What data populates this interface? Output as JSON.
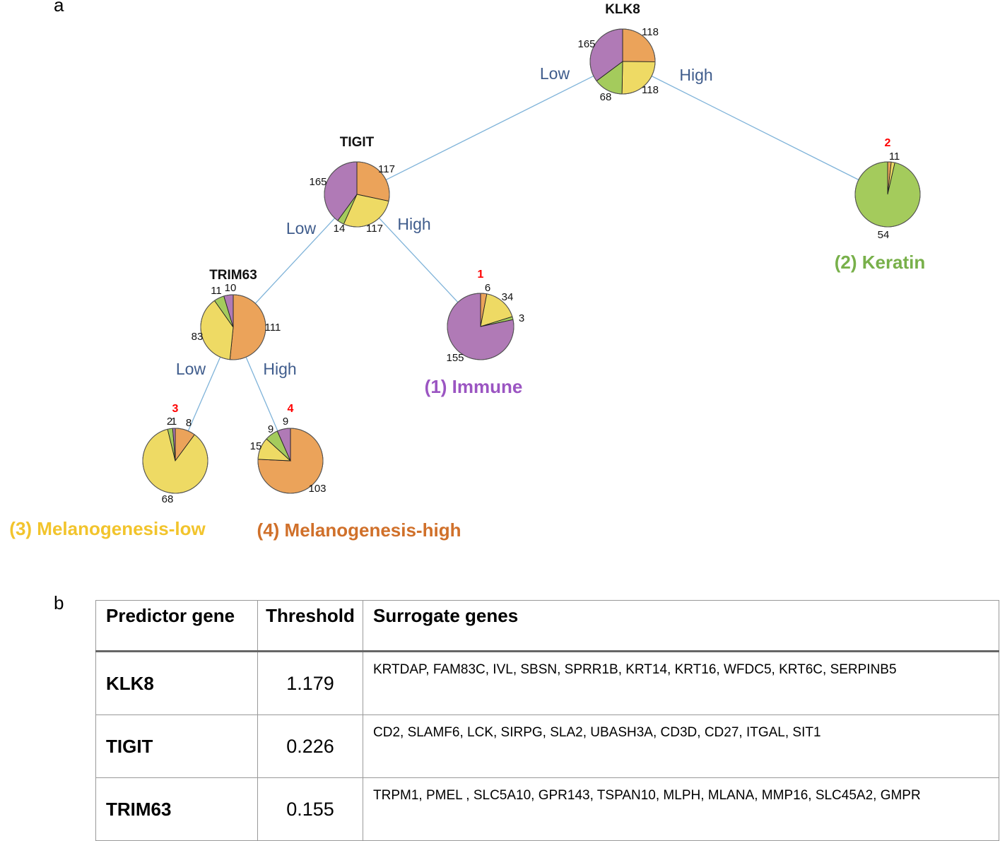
{
  "panel_a_label": "a",
  "panel_b_label": "b",
  "colors": {
    "orange": "#EBA35A",
    "yellow": "#EEDA64",
    "green": "#A4CB5C",
    "purple": "#B07AB6",
    "edge": "#7FB3D9",
    "branch_label": "#3F5C8C",
    "leaf_number": "#FF0000"
  },
  "tree": {
    "nodes": [
      {
        "id": "klk8",
        "title": "KLK8",
        "slices": [
          {
            "color": "orange",
            "value": 118,
            "label": "118"
          },
          {
            "color": "yellow",
            "value": 118,
            "label": "118"
          },
          {
            "color": "green",
            "value": 68,
            "label": "68"
          },
          {
            "color": "purple",
            "value": 165,
            "label": "165"
          }
        ]
      },
      {
        "id": "tigit",
        "title": "TIGIT",
        "slices": [
          {
            "color": "orange",
            "value": 117,
            "label": "117"
          },
          {
            "color": "yellow",
            "value": 117,
            "label": "117"
          },
          {
            "color": "green",
            "value": 14,
            "label": "14"
          },
          {
            "color": "purple",
            "value": 165,
            "label": "165"
          }
        ]
      },
      {
        "id": "trim63",
        "title": "TRIM63",
        "slices": [
          {
            "color": "orange",
            "value": 111,
            "label": "111"
          },
          {
            "color": "yellow",
            "value": 83,
            "label": "83"
          },
          {
            "color": "green",
            "value": 11,
            "label": "11"
          },
          {
            "color": "purple",
            "value": 10,
            "label": "10"
          }
        ]
      },
      {
        "id": "leaf1",
        "number": "1",
        "name": "(1)  Immune",
        "name_color": "#9B55C2",
        "slices": [
          {
            "color": "orange",
            "value": 6,
            "label": "6"
          },
          {
            "color": "yellow",
            "value": 34,
            "label": "34"
          },
          {
            "color": "green",
            "value": 3,
            "label": "3"
          },
          {
            "color": "purple",
            "value": 155,
            "label": "155"
          }
        ]
      },
      {
        "id": "leaf2",
        "number": "2",
        "name": "(2) Keratin",
        "name_color": "#78B04A",
        "slices": [
          {
            "color": "orange",
            "value": 1,
            "label": "1"
          },
          {
            "color": "yellow",
            "value": 1,
            "label": "1"
          },
          {
            "color": "green",
            "value": 54,
            "label": "54"
          },
          {
            "color": "purple",
            "value": 0,
            "label": ""
          }
        ]
      },
      {
        "id": "leaf3",
        "number": "3",
        "name": "(3) Melanogenesis-low",
        "name_color": "#F2C42C",
        "slices": [
          {
            "color": "orange",
            "value": 8,
            "label": "8"
          },
          {
            "color": "yellow",
            "value": 68,
            "label": "68"
          },
          {
            "color": "green",
            "value": 2,
            "label": "2"
          },
          {
            "color": "purple",
            "value": 1,
            "label": "1"
          }
        ]
      },
      {
        "id": "leaf4",
        "number": "4",
        "name": "(4) Melanogenesis-high",
        "name_color": "#D0702A",
        "slices": [
          {
            "color": "orange",
            "value": 103,
            "label": "103"
          },
          {
            "color": "yellow",
            "value": 15,
            "label": "15"
          },
          {
            "color": "green",
            "value": 9,
            "label": "9"
          },
          {
            "color": "purple",
            "value": 9,
            "label": "9"
          }
        ]
      }
    ],
    "edges": [
      {
        "from": "klk8",
        "to": "tigit",
        "label": "Low"
      },
      {
        "from": "klk8",
        "to": "leaf2",
        "label": "High"
      },
      {
        "from": "tigit",
        "to": "trim63",
        "label": "Low"
      },
      {
        "from": "tigit",
        "to": "leaf1",
        "label": "High"
      },
      {
        "from": "trim63",
        "to": "leaf3",
        "label": "Low"
      },
      {
        "from": "trim63",
        "to": "leaf4",
        "label": "High"
      }
    ]
  },
  "table": {
    "headers": {
      "gene": "Predictor gene",
      "threshold": "Threshold",
      "surrogates": "Surrogate genes"
    },
    "rows": [
      {
        "gene": "KLK8",
        "threshold": "1.179",
        "surrogates": "KRTDAP, FAM83C, IVL, SBSN, SPRR1B, KRT14, KRT16, WFDC5, KRT6C, SERPINB5"
      },
      {
        "gene": "TIGIT",
        "threshold": "0.226",
        "surrogates": "CD2, SLAMF6, LCK, SIRPG, SLA2, UBASH3A, CD3D, CD27, ITGAL, SIT1"
      },
      {
        "gene": "TRIM63",
        "threshold": "0.155",
        "surrogates": "TRPM1, PMEL , SLC5A10, GPR143, TSPAN10, MLPH, MLANA, MMP16, SLC45A2, GMPR"
      }
    ]
  }
}
